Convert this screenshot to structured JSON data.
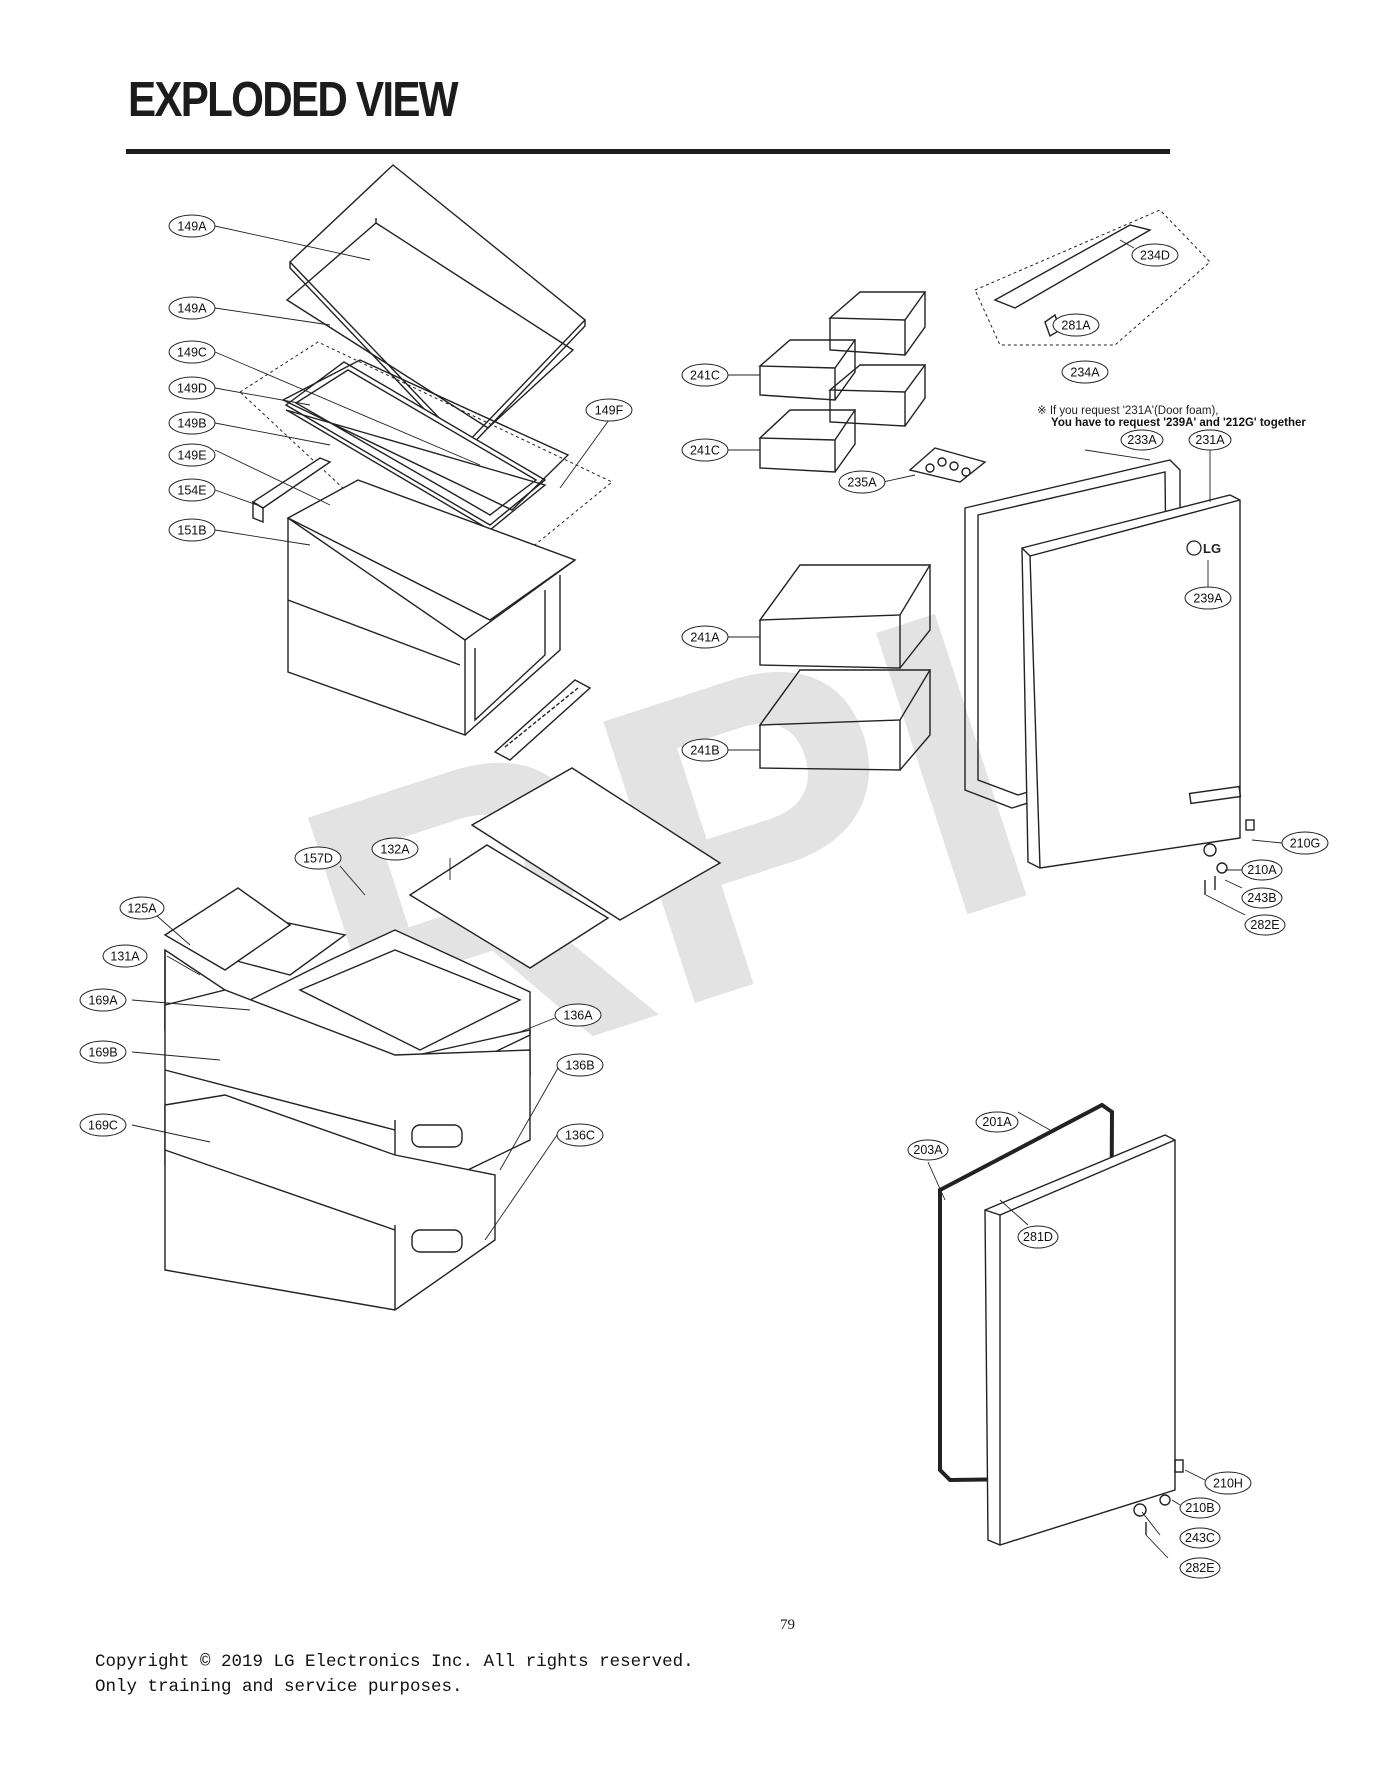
{
  "page": {
    "title": "EXPLODED VIEW",
    "page_number": "79",
    "copyright_line1": "Copyright © 2019 LG Electronics Inc. All rights reserved.",
    "copyright_line2": "Only training and service purposes."
  },
  "note": {
    "line1": "※ If you request '231A'(Door foam),",
    "line2": "You have to request '239A' and '212G' together"
  },
  "watermark": "RPI",
  "door_logo": "LG",
  "part_labels": [
    "149A",
    "149A",
    "149C",
    "149D",
    "149B",
    "149E",
    "154E",
    "151B",
    "149F",
    "241C",
    "241C",
    "235A",
    "234D",
    "281A",
    "234A",
    "233A",
    "231A",
    "239A",
    "241A",
    "241B",
    "210G",
    "210A",
    "243B",
    "282E",
    "157D",
    "132A",
    "125A",
    "131A",
    "169A",
    "169B",
    "169C",
    "136A",
    "136B",
    "136C",
    "201A",
    "203A",
    "281D",
    "210H",
    "210B",
    "243C",
    "282E"
  ],
  "colors": {
    "ink": "#1c1c1c",
    "watermark": "#c8c8c8"
  }
}
